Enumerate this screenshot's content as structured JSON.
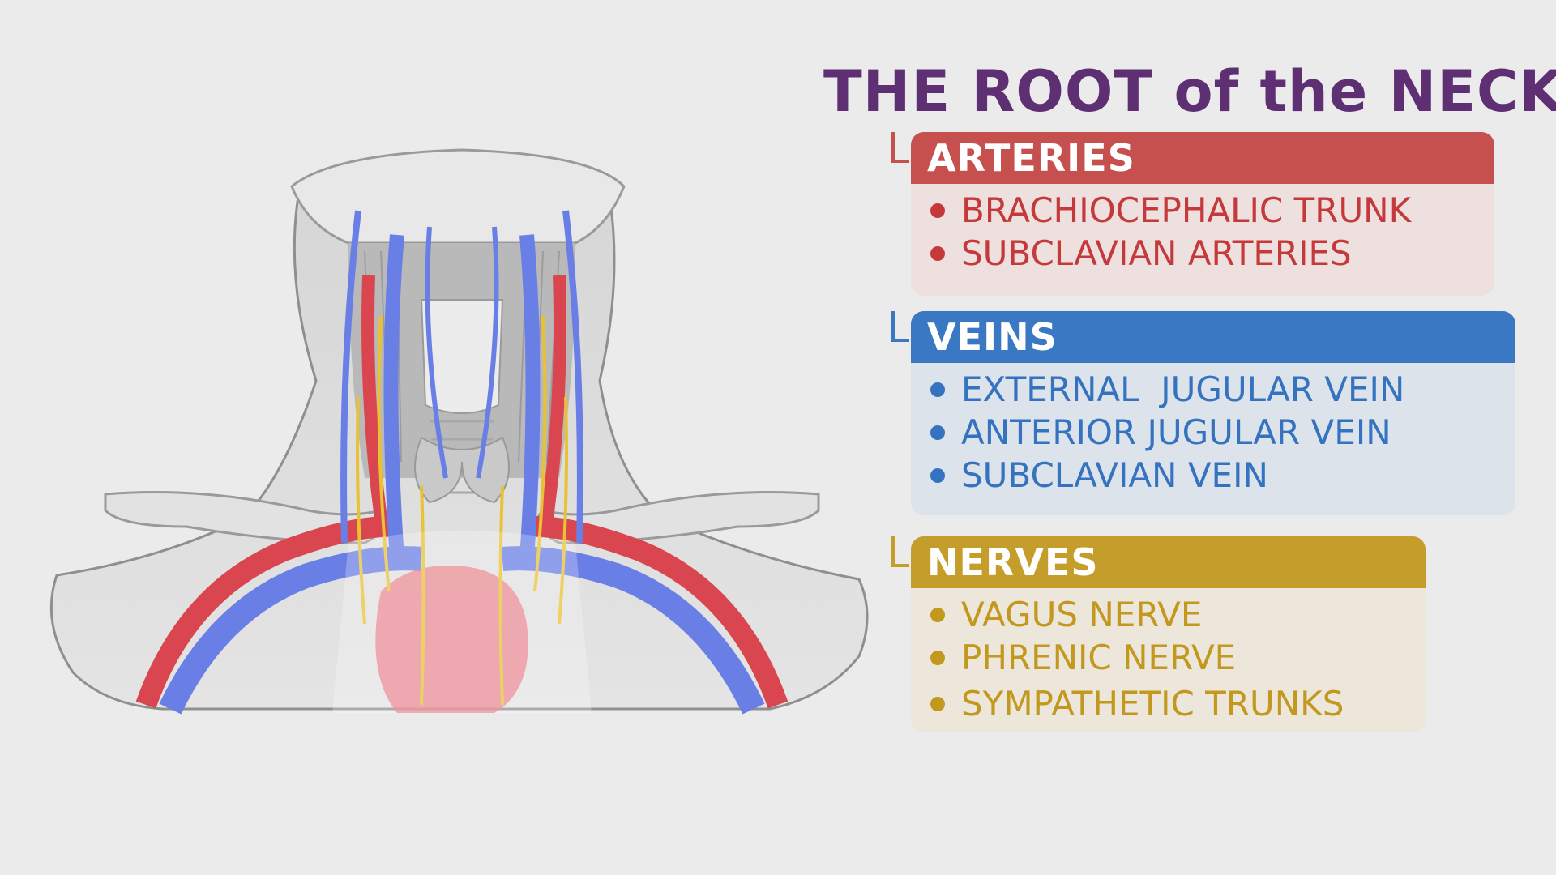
{
  "title": "THE ROOT of the NECK",
  "colors": {
    "background": "#ebebeb",
    "title": "#5e2f72",
    "arteries_header": "#c5504e",
    "arteries_body": "#ede0df",
    "arteries_text": "#c5393a",
    "veins_header": "#3b78c4",
    "veins_body": "#dce3ea",
    "veins_text": "#3573c0",
    "nerves_header": "#c59d2b",
    "nerves_body": "#ede6da",
    "nerves_text": "#c2981e"
  },
  "groups": {
    "arteries": {
      "label": "ARTERIES",
      "items": [
        "BRACHIOCEPHALIC TRUNK",
        "SUBCLAVIAN ARTERIES"
      ]
    },
    "veins": {
      "label": "VEINS",
      "items": [
        "EXTERNAL  JUGULAR VEIN",
        "ANTERIOR JUGULAR VEIN",
        "SUBCLAVIAN VEIN"
      ]
    },
    "nerves": {
      "label": "NERVES",
      "items": [
        "VAGUS NERVE",
        "PHRENIC NERVE",
        "SYMPATHETIC TRUNKS"
      ]
    }
  }
}
